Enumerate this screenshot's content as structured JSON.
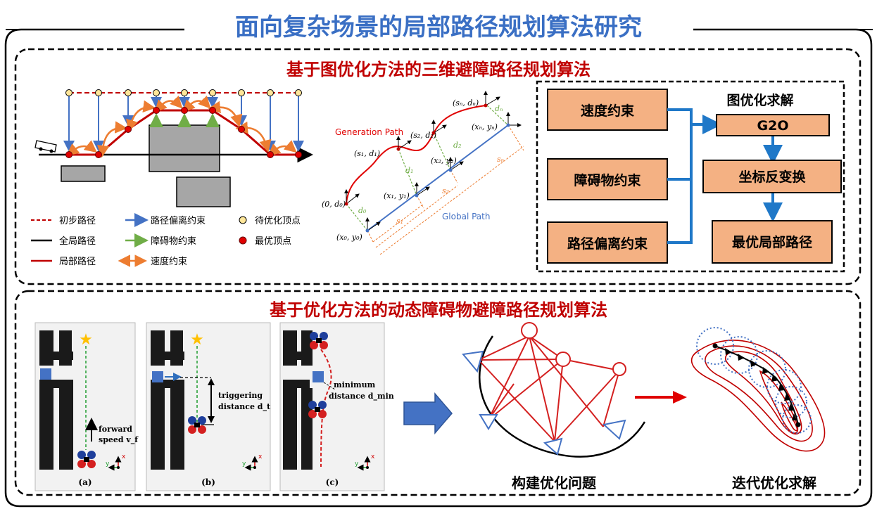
{
  "title": "面向复杂场景的局部路径规划算法研究",
  "section1": {
    "title": "基于图优化方法的三维避障路径规划算法",
    "legend": {
      "initial_path": "初步路径",
      "global_path": "全局路径",
      "local_path": "局部路径",
      "path_deviation": "路径偏离约束",
      "obstacle": "障碍物约束",
      "speed": "速度约束",
      "to_optimize": "待优化顶点",
      "optimal": "最优顶点"
    },
    "frenet": {
      "generation_path": "Generation Path",
      "global_path": "Global Path",
      "labels": {
        "s_n_d_n": "(sₙ, dₙ)",
        "s2_d2": "(s₂, d₂)",
        "s1_d1": "(s₁, d₁)",
        "zero_d0": "(0, d₀)",
        "xn_yn": "(xₙ, yₙ)",
        "x2_y2": "(x₂, y₂)",
        "x1_y1": "(x₁, y₁)",
        "x0_y0": "(x₀, y₀)",
        "d0": "d₀",
        "d1": "d₁",
        "d2": "d₂",
        "dn": "dₙ",
        "s1": "s₁",
        "s2": "s₂",
        "sn": "sₙ"
      }
    },
    "flow": {
      "speed_constraint": "速度约束",
      "obstacle_constraint": "障碍物约束",
      "deviation_constraint": "路径偏离约束",
      "solve_title": "图优化求解",
      "g2o": "G2O",
      "inverse_transform": "坐标反变换",
      "optimal_local_path": "最优局部路径"
    }
  },
  "section2": {
    "title": "基于优化方法的动态障碍物避障路径规划算法",
    "panel_a": {
      "label": "(a)",
      "text1": "forward",
      "text2": "speed v_f"
    },
    "panel_b": {
      "label": "(b)",
      "text1": "triggering",
      "text2": "distance d_t"
    },
    "panel_c": {
      "label": "(c)",
      "text1": "minimum",
      "text2": "distance d_min"
    },
    "axis_x": "x",
    "axis_y": "y",
    "build_problem": "构建优化问题",
    "iterative_solve": "迭代优化求解"
  },
  "colors": {
    "title_blue": "#3a6fc4",
    "section_red": "#c00000",
    "box_fill": "#f4b183",
    "arrow_blue": "#1f78c8",
    "obstacle_gray": "#a6a6a6",
    "path_red": "#c00000",
    "legend_blue": "#4472c4",
    "legend_green": "#70ad47",
    "legend_orange": "#ed7d31"
  }
}
